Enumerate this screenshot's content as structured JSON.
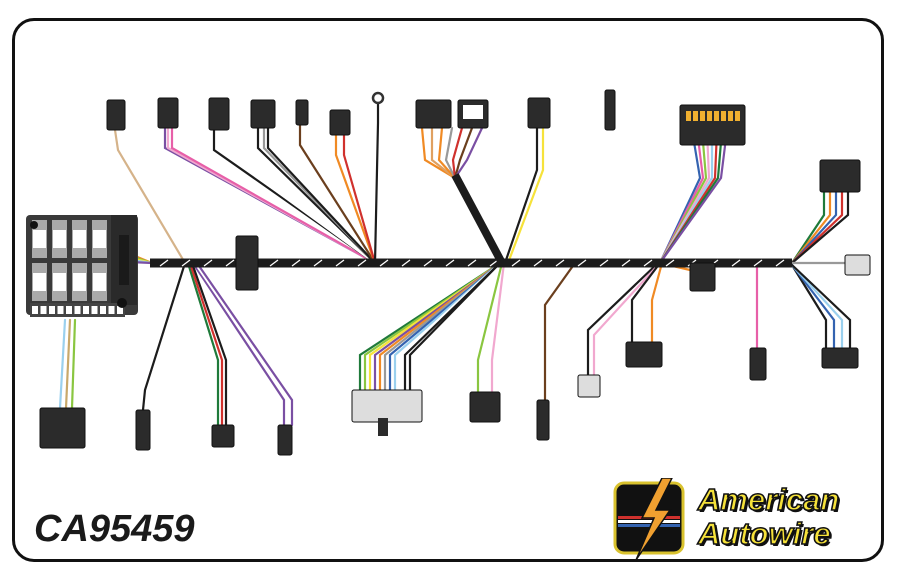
{
  "part_number": "CA95459",
  "brand": {
    "line1": "American",
    "line2": "Autowire"
  },
  "colors": {
    "harness": "#1c1c1c",
    "connector": "#2b2b2b",
    "logo_yellow": "#f6e23a",
    "logo_red": "#d0312d",
    "logo_blue": "#3463b0"
  }
}
